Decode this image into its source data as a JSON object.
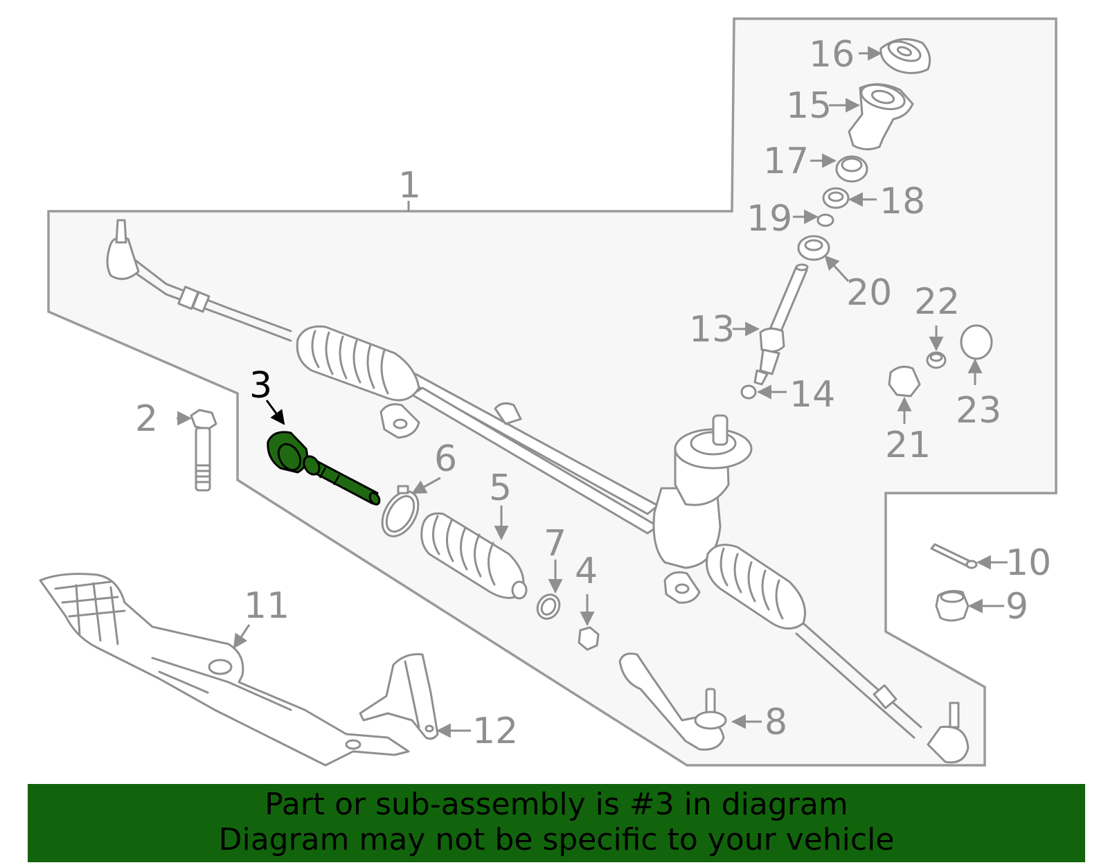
{
  "diagram": {
    "highlighted_part": "3",
    "colors": {
      "highlight": "#1f6a10",
      "banner": "#12640c",
      "line": "#8f8f8f",
      "panel": "#f7f7f7"
    },
    "callouts": [
      {
        "id": "1",
        "label": "1"
      },
      {
        "id": "2",
        "label": "2"
      },
      {
        "id": "3",
        "label": "3"
      },
      {
        "id": "4",
        "label": "4"
      },
      {
        "id": "5",
        "label": "5"
      },
      {
        "id": "6",
        "label": "6"
      },
      {
        "id": "7",
        "label": "7"
      },
      {
        "id": "8",
        "label": "8"
      },
      {
        "id": "9",
        "label": "9"
      },
      {
        "id": "10",
        "label": "10"
      },
      {
        "id": "11",
        "label": "11"
      },
      {
        "id": "12",
        "label": "12"
      },
      {
        "id": "13",
        "label": "13"
      },
      {
        "id": "14",
        "label": "14"
      },
      {
        "id": "15",
        "label": "15"
      },
      {
        "id": "16",
        "label": "16"
      },
      {
        "id": "17",
        "label": "17"
      },
      {
        "id": "18",
        "label": "18"
      },
      {
        "id": "19",
        "label": "19"
      },
      {
        "id": "20",
        "label": "20"
      },
      {
        "id": "21",
        "label": "21"
      },
      {
        "id": "22",
        "label": "22"
      },
      {
        "id": "23",
        "label": "23"
      }
    ]
  },
  "banner": {
    "line1": "Part or sub-assembly is #3 in diagram",
    "line2": "Diagram may not be specific to your vehicle"
  }
}
